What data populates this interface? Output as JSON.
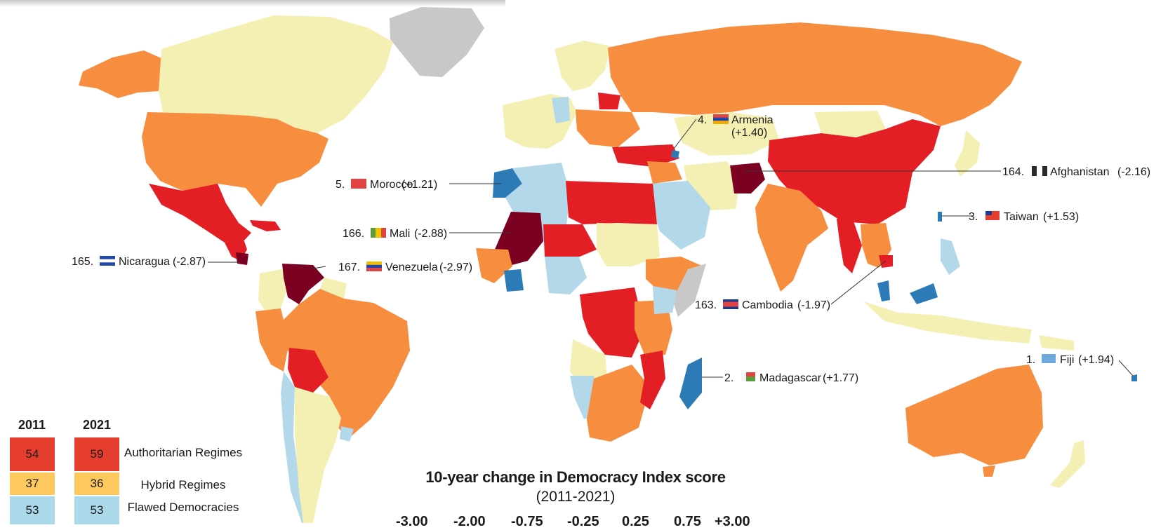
{
  "map": {
    "colors": {
      "ocean": "#ffffff",
      "authoritarian": "#e31e24",
      "hybrid": "#f68d3f",
      "flawed": "#f4efb3",
      "full": "#b3d8e9",
      "strong_up": "#2c7bb6",
      "strong_down": "#7b0021",
      "no_data": "#c8c8c8"
    }
  },
  "annotations": [
    {
      "rank": "1.",
      "country": "Fiji",
      "change": "(+1.94)",
      "flag": "fiji-flag"
    },
    {
      "rank": "2.",
      "country": "Madagascar",
      "change": "(+1.77)",
      "flag": "madagascar-flag"
    },
    {
      "rank": "3.",
      "country": "Taiwan",
      "change": "(+1.53)",
      "flag": "taiwan-flag"
    },
    {
      "rank": "4.",
      "country": "Armenia",
      "change": "(+1.40)",
      "flag": "armenia-flag"
    },
    {
      "rank": "5.",
      "country": "Morocco",
      "change": "(+1.21)",
      "flag": "morocco-flag"
    },
    {
      "rank": "163.",
      "country": "Cambodia",
      "change": "(-1.97)",
      "flag": "cambodia-flag"
    },
    {
      "rank": "164.",
      "country": "Afghanistan",
      "change": "(-2.16)",
      "flag": "afghanistan-flag"
    },
    {
      "rank": "165.",
      "country": "Nicaragua",
      "change": "(-2.87)",
      "flag": "nicaragua-flag"
    },
    {
      "rank": "166.",
      "country": "Mali",
      "change": "(-2.88)",
      "flag": "mali-flag"
    },
    {
      "rank": "167.",
      "country": "Venezuela",
      "change": "(-2.97)",
      "flag": "venezuela-flag"
    }
  ],
  "legend_table": {
    "year1": "2011",
    "year2": "2021",
    "rows": [
      {
        "label": "Authoritarian Regimes",
        "v2011": "54",
        "v2021": "59",
        "color": "#e53e2e"
      },
      {
        "label": "Hybrid Regimes",
        "v2011": "37",
        "v2021": "36",
        "color": "#fdc95f"
      },
      {
        "label": "Flawed Democracies",
        "v2011": "53",
        "v2021": "53",
        "color": "#abd9ea"
      }
    ]
  },
  "change_legend": {
    "title": "10-year change in Democracy Index score",
    "subtitle": "(2011-2021)",
    "ticks": [
      "-3.00",
      "-2.00",
      "-0.75",
      "-0.25",
      "0.25",
      "0.75",
      "+3.00"
    ]
  }
}
